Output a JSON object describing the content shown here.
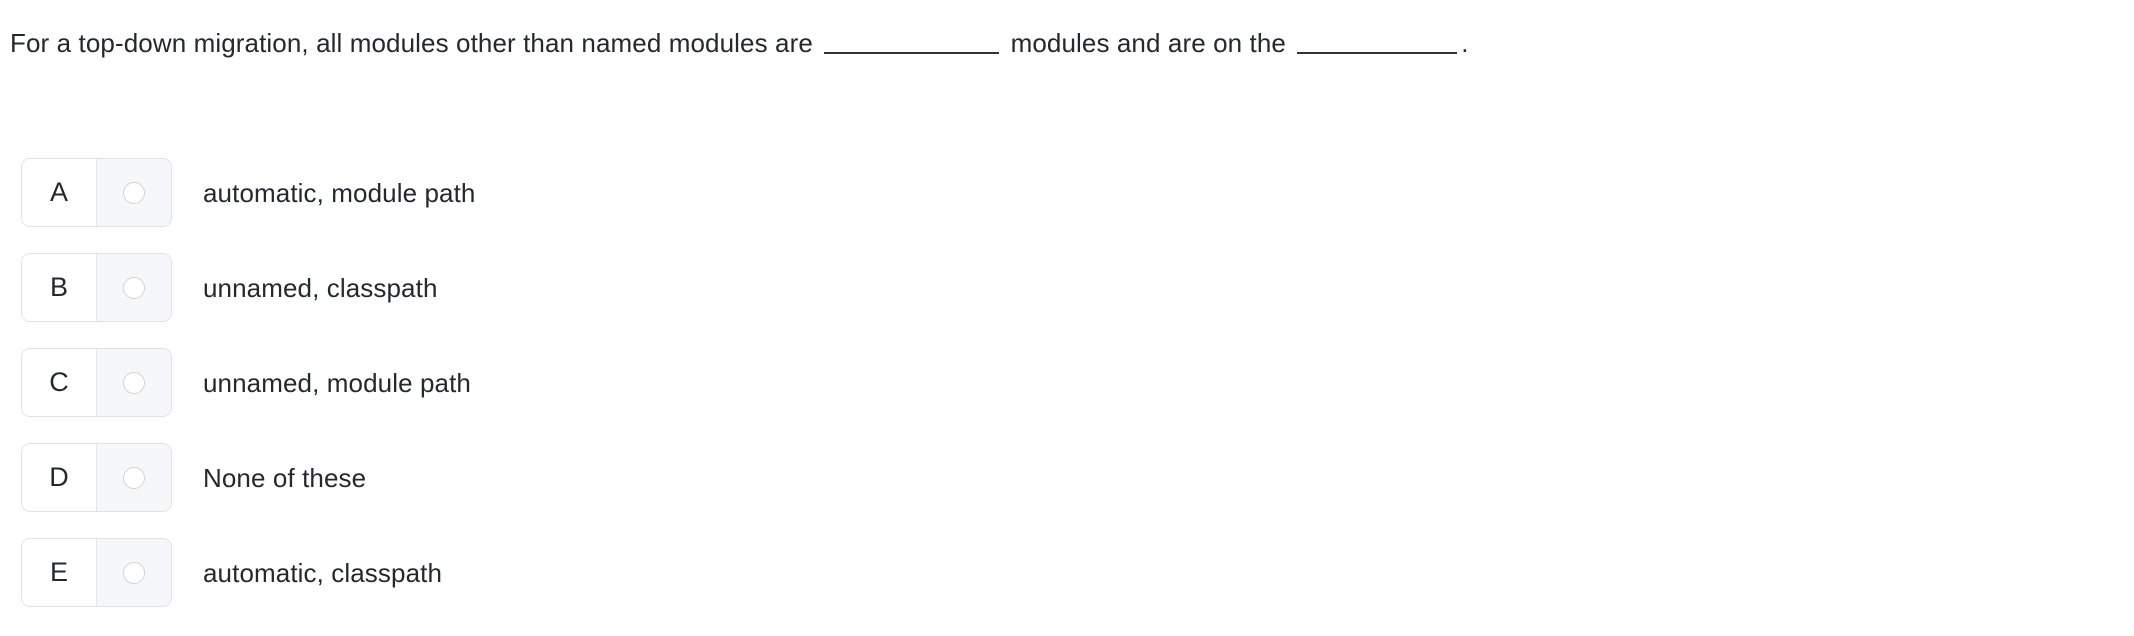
{
  "question": {
    "prefix": "For a top-down migration, all modules other than named modules are",
    "middle": "modules and are on the",
    "suffix": ".",
    "blank_placeholder": "______________",
    "blank_count": 2,
    "full_text": "For a top-down migration, all modules other than named modules are ______________ modules and are on the ____________."
  },
  "options": [
    {
      "letter": "A",
      "label": "automatic, module path",
      "selected": false
    },
    {
      "letter": "B",
      "label": "unnamed, classpath",
      "selected": false
    },
    {
      "letter": "C",
      "label": "unnamed, module path",
      "selected": false
    },
    {
      "letter": "D",
      "label": "None of these",
      "selected": false
    },
    {
      "letter": "E",
      "label": "automatic, classpath",
      "selected": false
    }
  ],
  "icons": {
    "radio": "radio-unchecked-icon"
  },
  "colors": {
    "text": "#24292f",
    "page_background": "#ffffff",
    "box_border": "#dfe3e8",
    "radio_cell_background": "#f5f7f9",
    "radio_border": "#cfd4da",
    "blank_rule": "#2f3338"
  }
}
